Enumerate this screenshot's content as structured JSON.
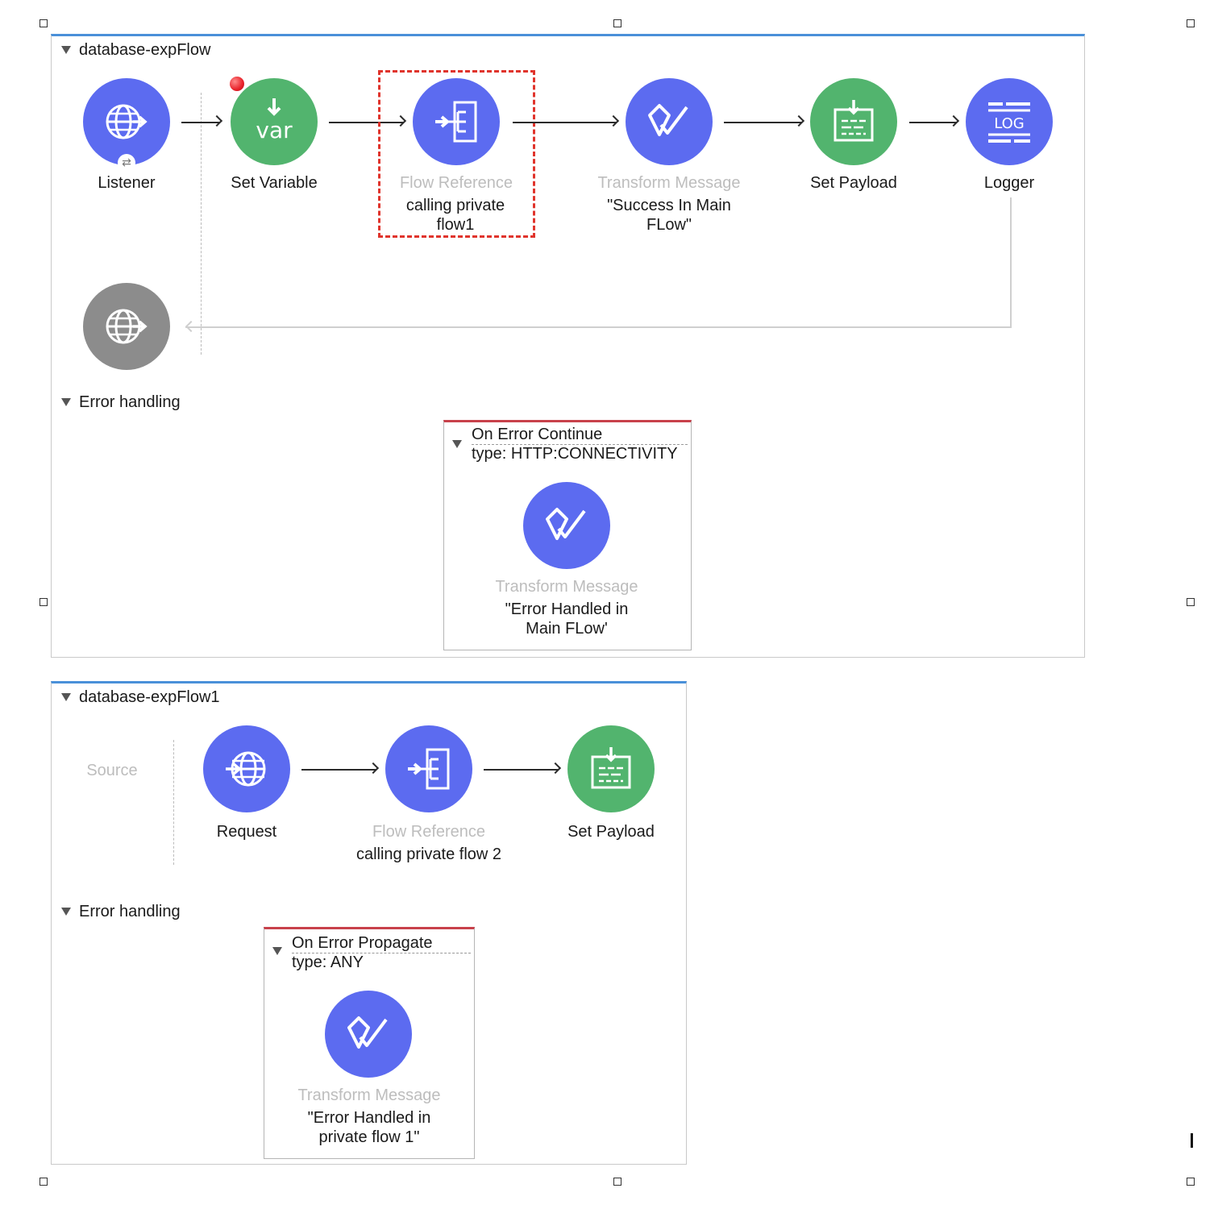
{
  "colors": {
    "blue_node": "#5c6bf0",
    "green_node": "#52b46e",
    "gray_node": "#8c8c8c",
    "flow_accent": "#4a90d9",
    "error_accent": "#c8414b",
    "selection_dash": "#e0342c"
  },
  "flow1": {
    "title": "database-expFlow",
    "nodes": [
      {
        "label": "Listener",
        "icon": "http-listener-icon"
      },
      {
        "label": "Set Variable",
        "icon": "var-icon"
      },
      {
        "label": "Flow Reference",
        "sub": "calling private flow1",
        "icon": "flow-reference-icon"
      },
      {
        "label": "Transform Message",
        "sub": "\"Success In Main FLow\"",
        "icon": "transform-icon"
      },
      {
        "label": "Set Payload",
        "icon": "set-payload-icon"
      },
      {
        "label": "Logger",
        "icon": "logger-icon",
        "glyph": "LOG"
      }
    ],
    "error_handling": {
      "title": "Error handling",
      "handler": {
        "name": "On Error Continue",
        "type": "type: HTTP:CONNECTIVITY",
        "node": {
          "label": "Transform Message",
          "sub": "\"Error Handled in Main FLow'"
        }
      }
    }
  },
  "flow2": {
    "title": "database-expFlow1",
    "source_label": "Source",
    "nodes": [
      {
        "label": "Request",
        "icon": "http-request-icon"
      },
      {
        "label": "Flow Reference",
        "sub": "calling private flow 2",
        "icon": "flow-reference-icon"
      },
      {
        "label": "Set Payload",
        "icon": "set-payload-icon"
      }
    ],
    "error_handling": {
      "title": "Error handling",
      "handler": {
        "name": "On Error Propagate",
        "type": "type: ANY",
        "node": {
          "label": "Transform Message",
          "sub": "\"Error Handled in private flow 1\""
        }
      }
    }
  }
}
